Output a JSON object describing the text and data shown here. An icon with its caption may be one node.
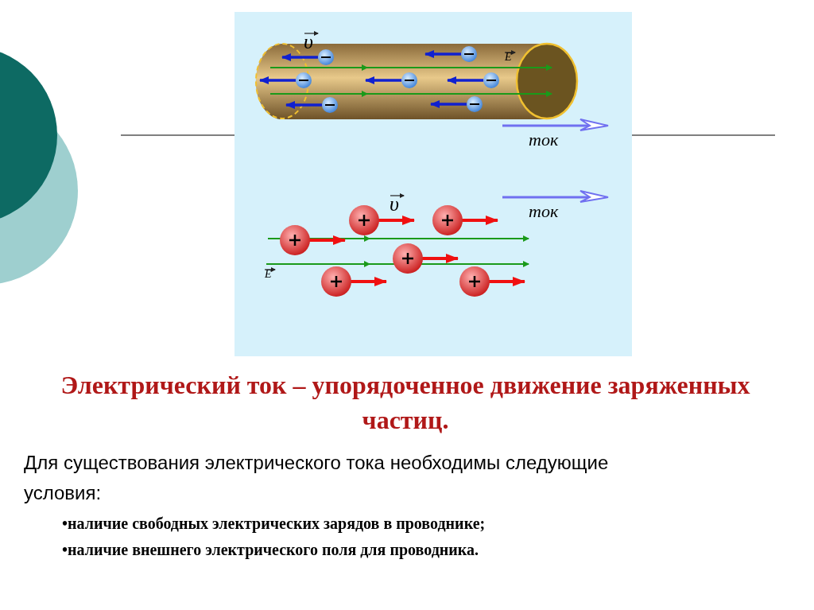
{
  "diagram": {
    "title": "Электрический ток – упорядоченное движение заряженных частиц.",
    "labels": [
      "υ",
      "E",
      "ток",
      "υ",
      "ток",
      "E",
      "Для существования электрического тока необходимы следующие условия:",
      "•наличие свободных электрических зарядов в проводнике;",
      "•наличие внешнего электрического поля для проводника."
    ]
  }
}
